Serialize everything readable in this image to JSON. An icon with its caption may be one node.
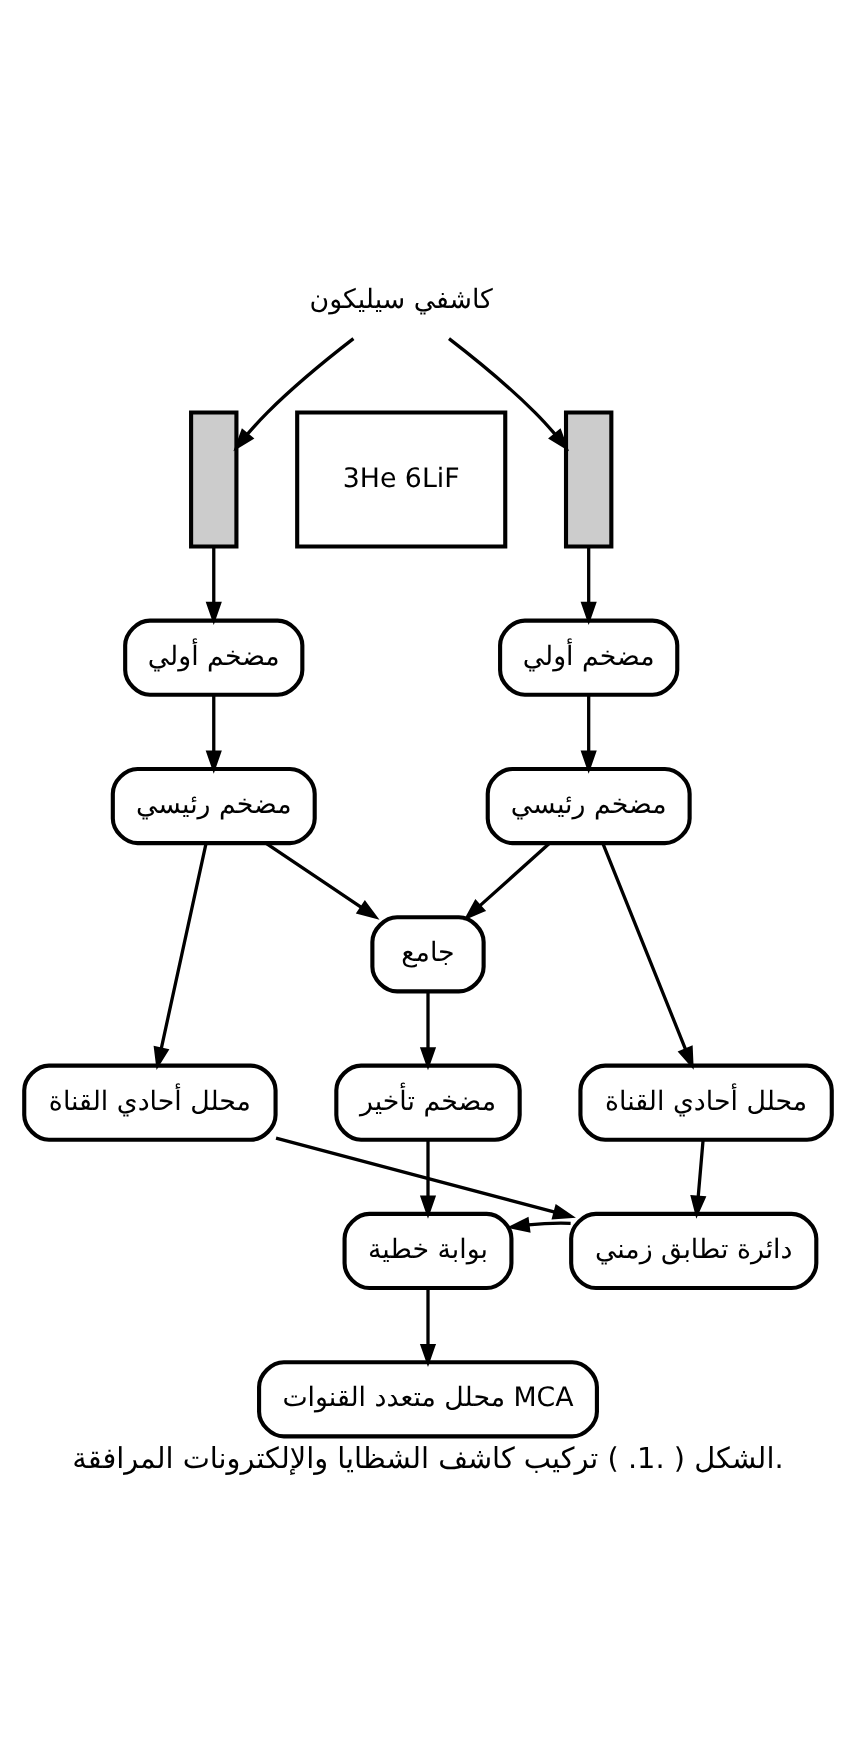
{
  "diagram": {
    "caption": "الشكل ( .1. ) تركيب كاشف الشظايا والإلكترونات المرافقة.",
    "nodes": [
      {
        "text": [
          "3He 6LiF"
        ]
      },
      {
        "text": [],
        "shape": "box"
      },
      {
        "text": [],
        "shape": "box"
      },
      {
        "text": [
          "كاشفي سيليكون"
        ]
      },
      {
        "text": [
          "مضخم أولي"
        ]
      },
      {
        "text": [
          "مضخم أولي"
        ]
      },
      {
        "text": [
          "مضخم رئيسي"
        ]
      },
      {
        "text": [
          "مضخم رئيسي"
        ]
      },
      {
        "text": [
          "جامع"
        ]
      },
      {
        "text": [
          "محلل أحادي القناة"
        ]
      },
      {
        "text": [
          "مضخم تأخير"
        ]
      },
      {
        "text": [
          "محلل أحادي القناة"
        ]
      },
      {
        "text": [
          "بوابة خطية"
        ]
      },
      {
        "text": [
          "دائرة تطابق زمني"
        ]
      },
      {
        "text": [
          "محلل متعدد القنوات MCA"
        ]
      }
    ],
    "edges": [
      {
        "from": 3,
        "to": 1,
        "arrow": "to"
      },
      {
        "from": 3,
        "to": 2,
        "arrow": "to"
      },
      {
        "from": 1,
        "to": 4,
        "arrow": "to"
      },
      {
        "from": 2,
        "to": 5,
        "arrow": "to"
      },
      {
        "from": 4,
        "to": 6,
        "arrow": "to"
      },
      {
        "from": 5,
        "to": 7,
        "arrow": "to"
      },
      {
        "from": 6,
        "to": 8,
        "arrow": "to"
      },
      {
        "from": 7,
        "to": 8,
        "arrow": "to"
      },
      {
        "from": 6,
        "to": 9,
        "arrow": "to"
      },
      {
        "from": 7,
        "to": 11,
        "arrow": "to"
      },
      {
        "from": 8,
        "to": 10,
        "arrow": "to"
      },
      {
        "from": 10,
        "to": 12,
        "arrow": "to"
      },
      {
        "from": 9,
        "to": 13,
        "arrow": "to"
      },
      {
        "from": 11,
        "to": 13,
        "arrow": "to"
      },
      {
        "from": 13,
        "to": 12,
        "arrow": "to"
      },
      {
        "from": 12,
        "to": 14,
        "arrow": "to"
      }
    ]
  }
}
